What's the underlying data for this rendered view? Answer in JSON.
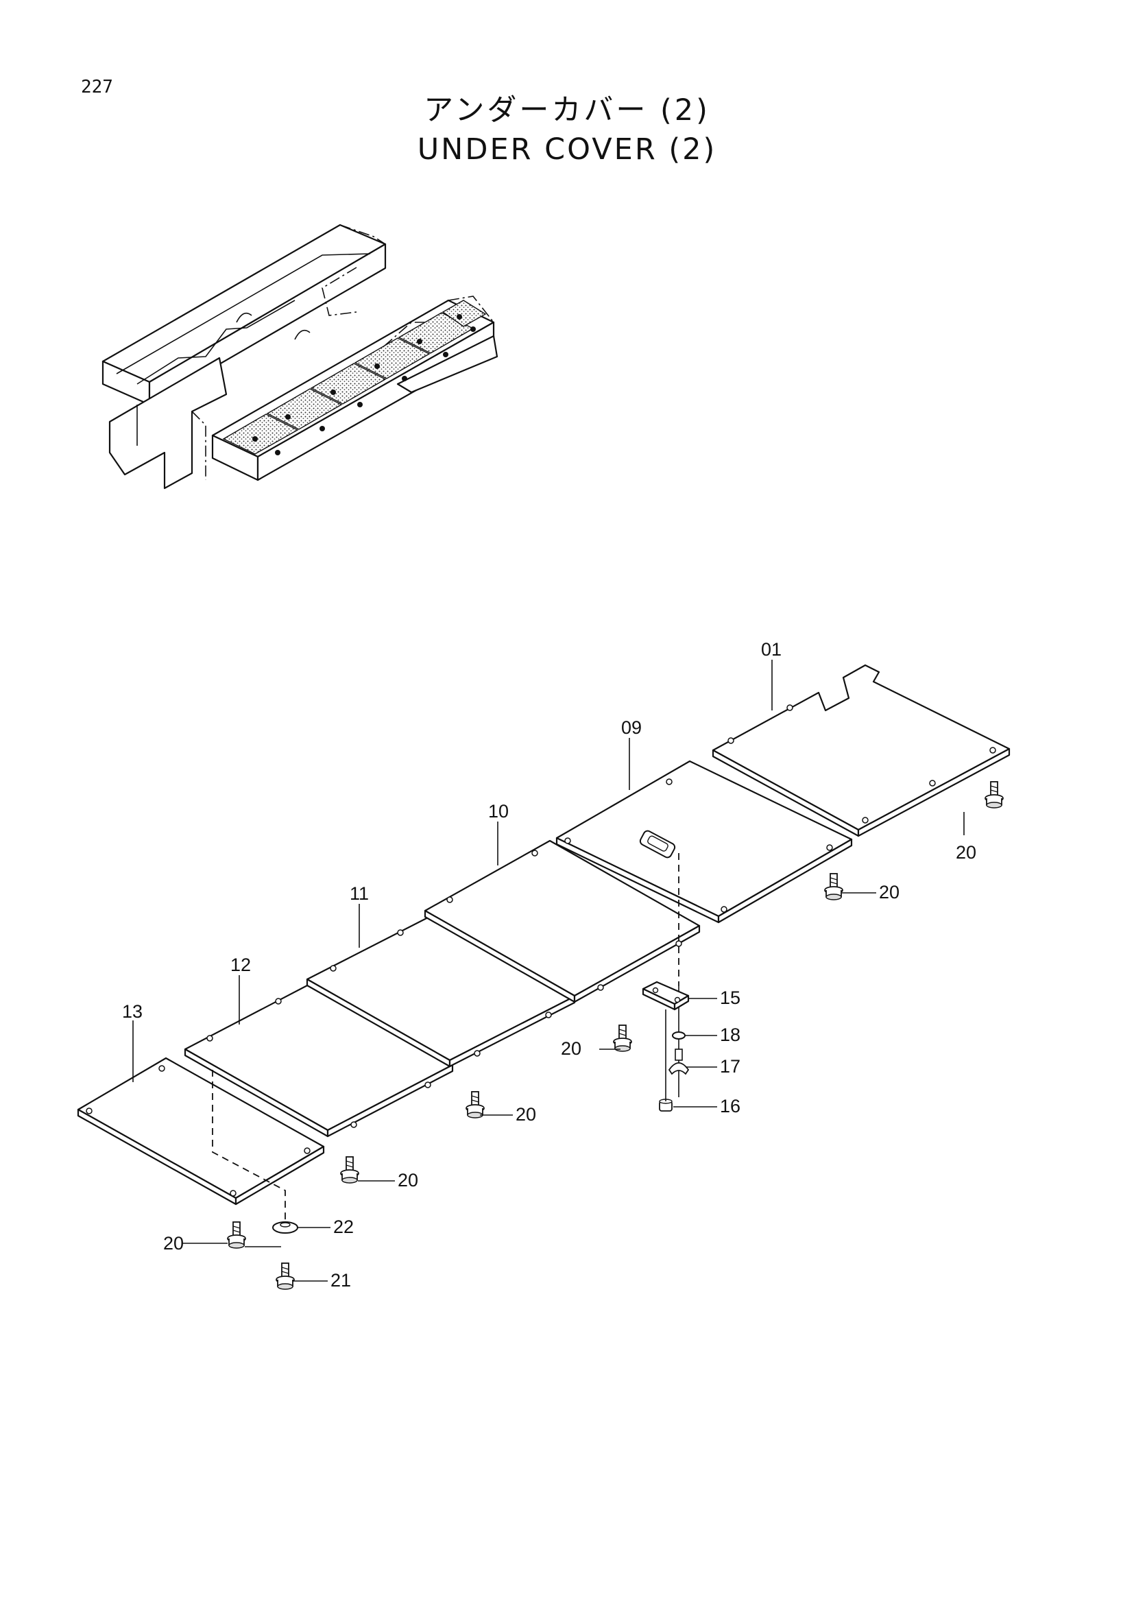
{
  "page": {
    "number": "227"
  },
  "title": {
    "japanese": "アンダーカバー (2)",
    "english": "UNDER COVER (2)"
  },
  "callouts": {
    "c01": "01",
    "c09": "09",
    "c10": "10",
    "c11": "11",
    "c12": "12",
    "c13": "13",
    "c15": "15",
    "c16": "16",
    "c17": "17",
    "c18": "18",
    "c20": "20",
    "c21": "21",
    "c22": "22"
  }
}
